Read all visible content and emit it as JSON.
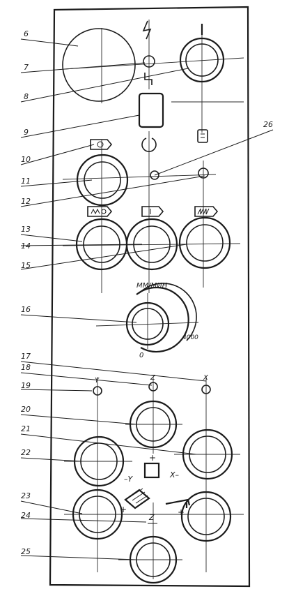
{
  "callouts": [
    "6",
    "7",
    "8",
    "9",
    "10",
    "11",
    "12",
    "13",
    "14",
    "15",
    "16",
    "17",
    "18",
    "19",
    "20",
    "21",
    "22",
    "23",
    "24",
    "25",
    "26"
  ],
  "speed_dial": {
    "unit": "ММ/МИН",
    "min": "0",
    "max": "4000"
  },
  "axes": {
    "y_top": "Y",
    "z_top": "Z",
    "x_top": "X",
    "minus_y": "–Y",
    "minus_x": "X–",
    "plus_top": "+",
    "plus_y": "+",
    "plus_x": "+",
    "minus_z": "Z"
  },
  "symbols": {
    "power": "1",
    "lightning": "ϟ"
  }
}
